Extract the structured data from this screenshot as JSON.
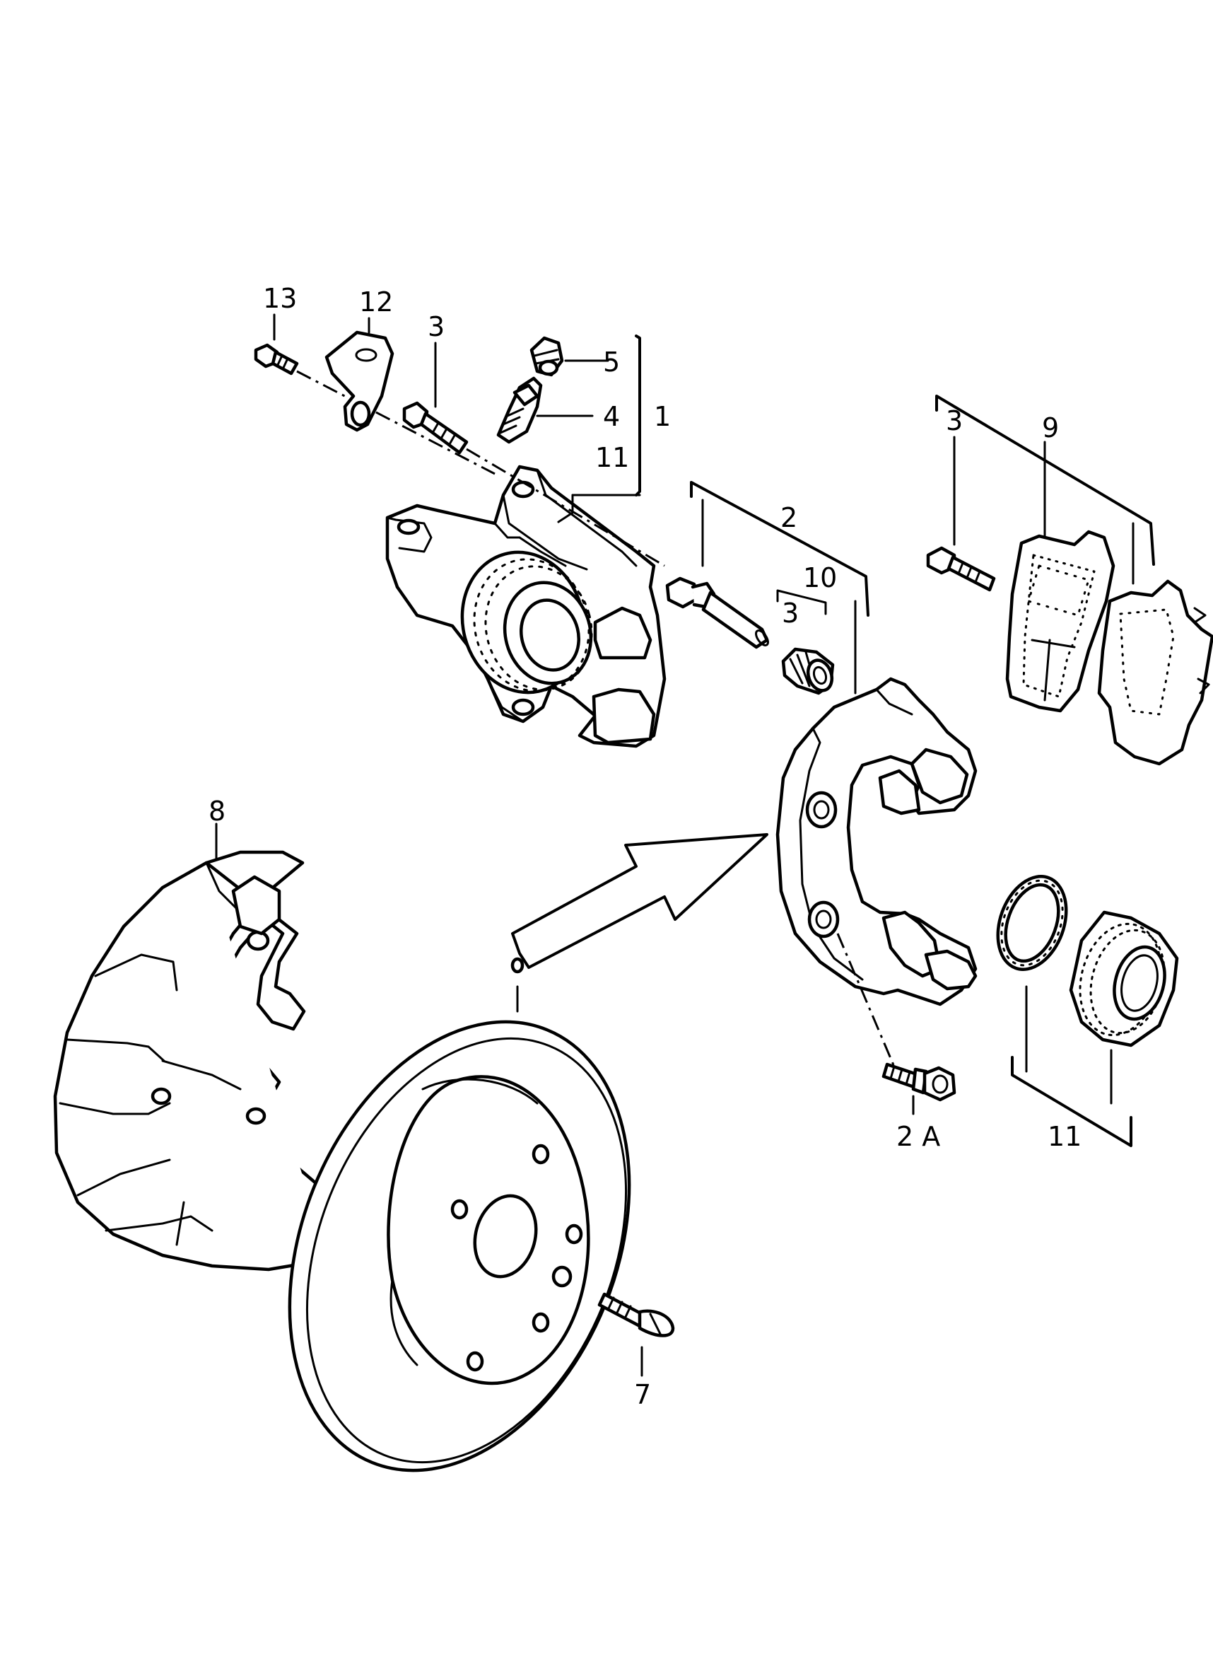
{
  "callouts": {
    "c13": "13",
    "c12": "12",
    "c3_top": "3",
    "c5": "5",
    "c4": "4",
    "c1": "1",
    "c11_caliper": "11",
    "c2": "2",
    "c10": "10",
    "c3_guide": "3",
    "c3_pad": "3",
    "c9": "9",
    "c8": "8",
    "c2a": "2 A",
    "c11_seal": "11",
    "c7": "7"
  },
  "parts": [
    "bolt-13",
    "bracket-12",
    "bolt-3",
    "bleed-cap-5",
    "bleed-screw-4",
    "brake-caliper-1",
    "guide-pin-2",
    "bushing-10",
    "carrier",
    "brake-pads-9",
    "splash-shield-8",
    "brake-disc",
    "screw-7",
    "bolt-2a",
    "seal-kit-11"
  ]
}
